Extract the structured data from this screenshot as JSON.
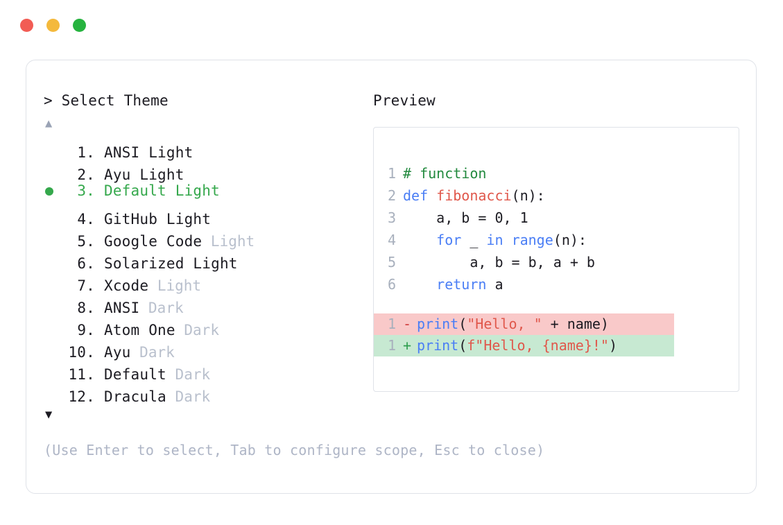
{
  "window": {
    "traffic_lights": [
      {
        "name": "close-button",
        "color": "#f25c54"
      },
      {
        "name": "minimize-button",
        "color": "#f4b93c"
      },
      {
        "name": "maximize-button",
        "color": "#26b33f"
      }
    ]
  },
  "left": {
    "prompt": "> Select Theme",
    "scroll_up_icon": "▲",
    "scroll_down_icon": "▼",
    "selected_index": 3,
    "themes": [
      {
        "num": "1.",
        "name": "ANSI Light",
        "mode": "",
        "selected": false
      },
      {
        "num": "2.",
        "name": "Ayu Light",
        "mode": "",
        "selected": false
      },
      {
        "num": "3.",
        "name": "Default Light",
        "mode": "",
        "selected": true
      },
      {
        "num": "4.",
        "name": "GitHub Light",
        "mode": "",
        "selected": false
      },
      {
        "num": "5.",
        "name": "Google Code",
        "mode": " Light",
        "selected": false
      },
      {
        "num": "6.",
        "name": "Solarized Light",
        "mode": "",
        "selected": false
      },
      {
        "num": "7.",
        "name": "Xcode",
        "mode": " Light",
        "selected": false
      },
      {
        "num": "8.",
        "name": "ANSI",
        "mode": " Dark",
        "selected": false
      },
      {
        "num": "9.",
        "name": "Atom One",
        "mode": " Dark",
        "selected": false
      },
      {
        "num": "10.",
        "name": "Ayu",
        "mode": " Dark",
        "selected": false
      },
      {
        "num": "11.",
        "name": "Default",
        "mode": " Dark",
        "selected": false
      },
      {
        "num": "12.",
        "name": "Dracula",
        "mode": " Dark",
        "selected": false
      }
    ],
    "hint": "(Use Enter to select, Tab to configure scope, Esc to close)"
  },
  "right": {
    "label": "Preview",
    "code_lines": [
      {
        "ln": "1",
        "tokens": [
          {
            "t": "# function",
            "c": "comment"
          }
        ]
      },
      {
        "ln": "2",
        "tokens": [
          {
            "t": "def ",
            "c": "keyword"
          },
          {
            "t": "fibonacci",
            "c": "func"
          },
          {
            "t": "(n):",
            "c": "plain"
          }
        ]
      },
      {
        "ln": "3",
        "tokens": [
          {
            "t": "    a, b = ",
            "c": "plain"
          },
          {
            "t": "0",
            "c": "number"
          },
          {
            "t": ", ",
            "c": "plain"
          },
          {
            "t": "1",
            "c": "number"
          }
        ]
      },
      {
        "ln": "4",
        "tokens": [
          {
            "t": "    ",
            "c": "plain"
          },
          {
            "t": "for",
            "c": "keyword"
          },
          {
            "t": " _ ",
            "c": "plain"
          },
          {
            "t": "in",
            "c": "keyword"
          },
          {
            "t": " ",
            "c": "plain"
          },
          {
            "t": "range",
            "c": "builtin"
          },
          {
            "t": "(n):",
            "c": "plain"
          }
        ]
      },
      {
        "ln": "5",
        "tokens": [
          {
            "t": "        a, b = b, a + b",
            "c": "plain"
          }
        ]
      },
      {
        "ln": "6",
        "tokens": [
          {
            "t": "    ",
            "c": "plain"
          },
          {
            "t": "return",
            "c": "keyword"
          },
          {
            "t": " a",
            "c": "plain"
          }
        ]
      }
    ],
    "diff_lines": [
      {
        "ln": "1",
        "mark": "-",
        "kind": "minus",
        "tokens": [
          {
            "t": "print",
            "c": "builtin"
          },
          {
            "t": "(",
            "c": "plain"
          },
          {
            "t": "\"Hello, \"",
            "c": "string"
          },
          {
            "t": " + name)",
            "c": "plain"
          }
        ]
      },
      {
        "ln": "1",
        "mark": "+",
        "kind": "plus",
        "tokens": [
          {
            "t": "print",
            "c": "builtin"
          },
          {
            "t": "(",
            "c": "plain"
          },
          {
            "t": "f\"Hello, {name}!\"",
            "c": "string"
          },
          {
            "t": ")",
            "c": "plain"
          }
        ]
      }
    ]
  },
  "colors": {
    "accent_green": "#35a84c",
    "muted": "#b9c0cd",
    "hint": "#aeb5c6",
    "border": "#dfe2e8",
    "diff_add_bg": "#c7e9d2",
    "diff_del_bg": "#f9c9c9",
    "text": "#1c1b22"
  }
}
